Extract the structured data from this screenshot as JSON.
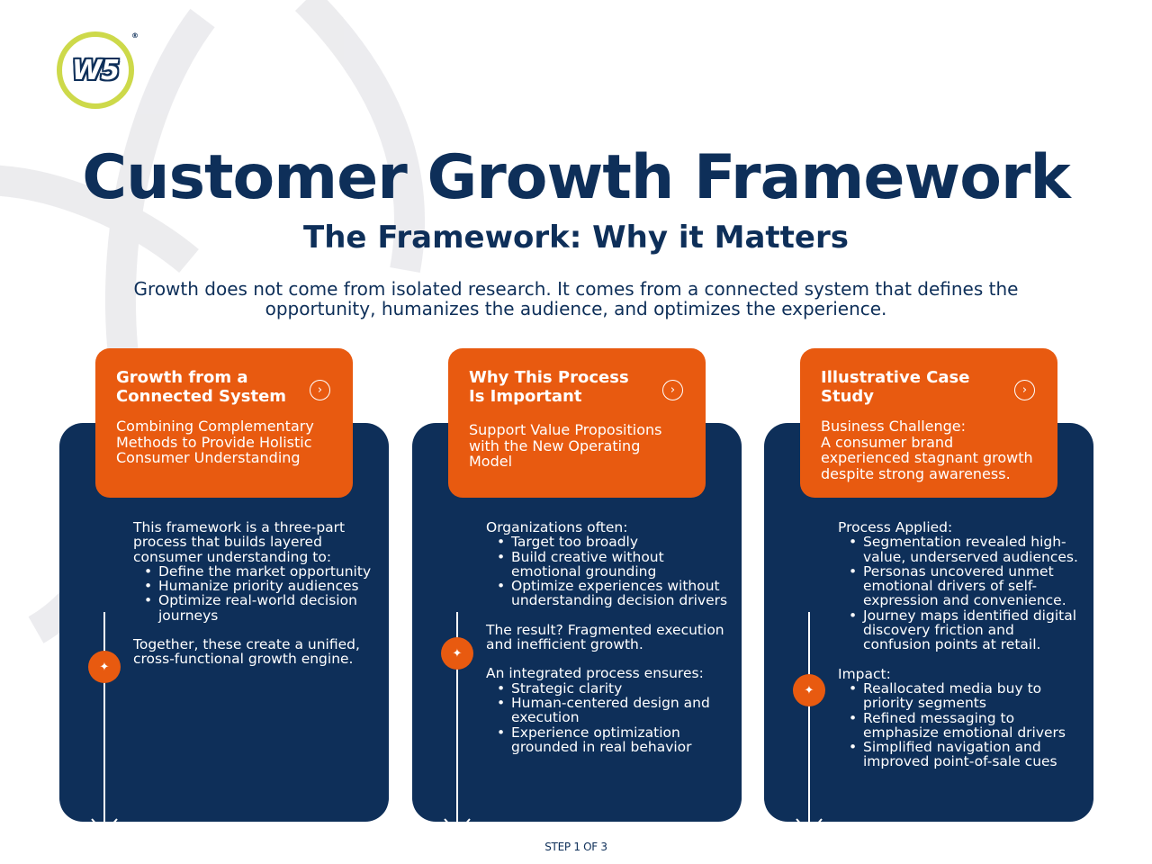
{
  "brand": {
    "logo_text": "W5",
    "registered_mark": "®"
  },
  "title": "Customer Growth Framework",
  "subtitle": "The Framework: Why it Matters",
  "intro": "Growth does not come from isolated research. It comes from a connected system that defines the opportunity, humanizes the audience, and optimizes the experience.",
  "icons": {
    "card_arrow": "chevron-right-circle-icon",
    "timeline_dot": "sparkle-icon",
    "timeline_end": "arrow-down-icon"
  },
  "columns": [
    {
      "card_title": "Growth from a Connected System",
      "card_text": "Combining Complementary Methods to Provide Holistic Consumer Understanding",
      "intro": "This framework is a three-part process that builds layered consumer understanding to:",
      "bullets": [
        "Define the market opportunity",
        "Humanize priority audiences",
        "Optimize real-world decision journeys"
      ],
      "closing": "Together, these create a unified, cross-functional growth engine."
    },
    {
      "card_title": "Why This Process Is Important",
      "card_text": "Support Value Propositions with the New Operating Model",
      "intro": "Organizations often:",
      "bullets": [
        "Target too broadly",
        "Build creative without emotional grounding",
        "Optimize experiences without understanding decision drivers"
      ],
      "result": "The result? Fragmented execution and inefficient growth.",
      "ensure_intro": "An integrated process ensures:",
      "ensure_bullets": [
        "Strategic clarity",
        "Human-centered design and execution",
        "Experience optimization grounded in real behavior"
      ]
    },
    {
      "card_title": "Illustrative Case Study",
      "card_text_label": "Business Challenge:",
      "card_text": "A consumer brand experienced stagnant growth despite strong awareness.",
      "process_label": "Process Applied:",
      "process_bullets": [
        "Segmentation revealed high-value, underserved audiences.",
        "Personas uncovered unmet emotional drivers of self-expression and convenience.",
        "Journey maps identified digital discovery friction and confusion points at retail."
      ],
      "impact_label": "Impact:",
      "impact_bullets": [
        "Reallocated media buy to priority segments",
        "Refined messaging to emphasize emotional drivers",
        "Simplified navigation and improved point-of-sale cues"
      ]
    }
  ],
  "footer": "STEP 1 OF 3",
  "colors": {
    "navy": "#0e2f59",
    "orange": "#e85a10",
    "lime": "#cdd94a"
  }
}
